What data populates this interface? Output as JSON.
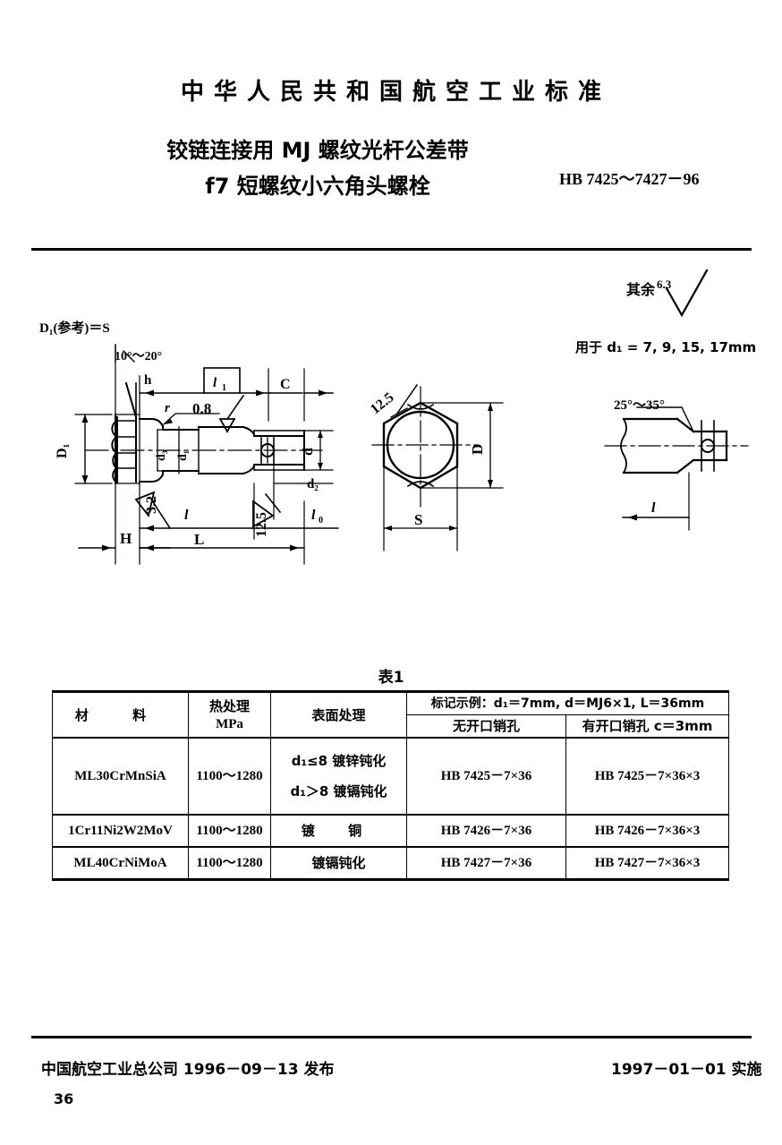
{
  "header": {
    "national_standard_line": "中华人民共和国航空工业标准",
    "title_line1": "铰链连接用 MJ 螺纹光杆公差带",
    "title_line2": "f7 短螺纹小六角头螺栓",
    "standard_number": "HB 7425～7427－96"
  },
  "drawing": {
    "note_surface_others_label": "其余",
    "note_surface_others_value": "6.3",
    "note_applies_to": "用于 d₁ = 7, 9, 15, 17mm",
    "note_d1_ref": "D₁(参考)＝S",
    "angle_head": "10°～20°",
    "angle_end": "25°～35°",
    "labels": {
      "h": "h",
      "l1": "l₁",
      "C": "C",
      "r": "r",
      "roughness_08": "0.8",
      "roughness_32": "3.2",
      "roughness_125": "12.5",
      "roughness_125_hex": "12.5",
      "D1": "D₁",
      "d3": "d₃",
      "d1": "d₁",
      "d": "d",
      "d2": "d₂",
      "l": "l",
      "l0": "l₀",
      "H": "H",
      "L": "L",
      "S": "S",
      "D": "D",
      "l_right": "l"
    }
  },
  "table": {
    "caption": "表1",
    "headers": {
      "material": "材    料",
      "heat_treatment_line1": "热处理",
      "heat_treatment_line2": "MPa",
      "surface_treatment": "表面处理",
      "marking_example": "标记示例：d₁＝7mm, d＝MJ6×1, L＝36mm",
      "no_pin_hole": "无开口销孔",
      "with_pin_hole": "有开口销孔 c＝3mm"
    },
    "rows": [
      {
        "material": "ML30CrMnSiA",
        "heat_treatment": "1100～1280",
        "surface_treatment_line1": "d₁≤8 镀锌钝化",
        "surface_treatment_line2": "d₁＞8 镀镉钝化",
        "no_pin_hole": "HB 7425－7×36",
        "with_pin_hole": "HB 7425－7×36×3"
      },
      {
        "material": "1Cr11Ni2W2MoV",
        "heat_treatment": "1100～1280",
        "surface_treatment_line1": "镀    铜",
        "surface_treatment_line2": "",
        "no_pin_hole": "HB 7426－7×36",
        "with_pin_hole": "HB 7426－7×36×3"
      },
      {
        "material": "ML40CrNiMoA",
        "heat_treatment": "1100～1280",
        "surface_treatment_line1": "镀镉钝化",
        "surface_treatment_line2": "",
        "no_pin_hole": "HB 7427－7×36",
        "with_pin_hole": "HB 7427－7×36×3"
      }
    ]
  },
  "footer": {
    "issuer": "中国航空工业总公司 1996－09－13 发布",
    "effective": "1997－01－01 实施",
    "page_number": "36"
  },
  "colors": {
    "ink": "#000000",
    "paper": "#ffffff"
  }
}
